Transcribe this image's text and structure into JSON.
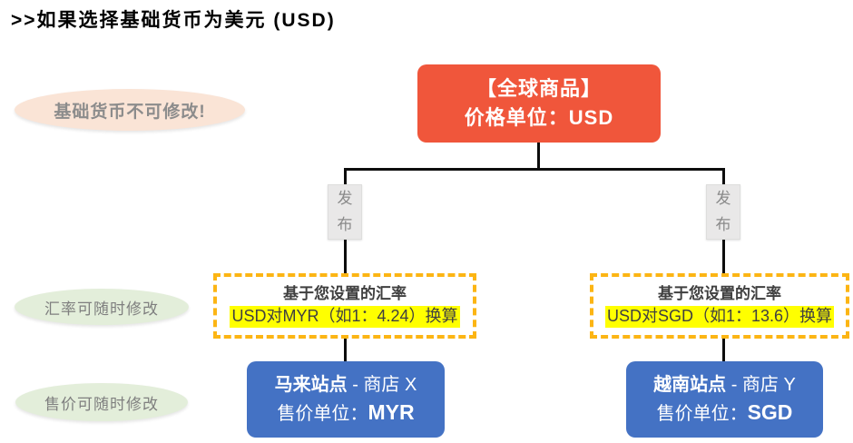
{
  "title": ">>如果选择基础货币为美元 (USD)",
  "root_node": {
    "line1": "【全球商品】",
    "line2": "价格单位：USD"
  },
  "callouts": {
    "base_currency": "基础货币不可修改!",
    "rate_editable": "汇率可随时修改",
    "price_editable": "售价可随时修改"
  },
  "publish_label": "发布",
  "branches": [
    {
      "rate_title": "基于您设置的汇率",
      "rate_detail": "USD对MYR（如1：4.24）换算",
      "site_name": "马来站点",
      "site_suffix": " - 商店 X",
      "price_label": "售价单位：",
      "currency": "MYR"
    },
    {
      "rate_title": "基于您设置的汇率",
      "rate_detail": "USD对SGD（如1：13.6）换算",
      "site_name": "越南站点",
      "site_suffix": " - 商店 Y",
      "price_label": "售价单位：",
      "currency": "SGD"
    }
  ],
  "colors": {
    "root_node_bg": "#F0563B",
    "site_node_bg": "#4472C4",
    "rate_box_border": "#FCB514",
    "rate_highlight": "#FFFF00",
    "callout_pink_bg": "#FAE4D6",
    "callout_green_bg": "#E3EEDA",
    "publish_tag_bg": "#E9E8E8",
    "connector": "#0d0d0d"
  }
}
